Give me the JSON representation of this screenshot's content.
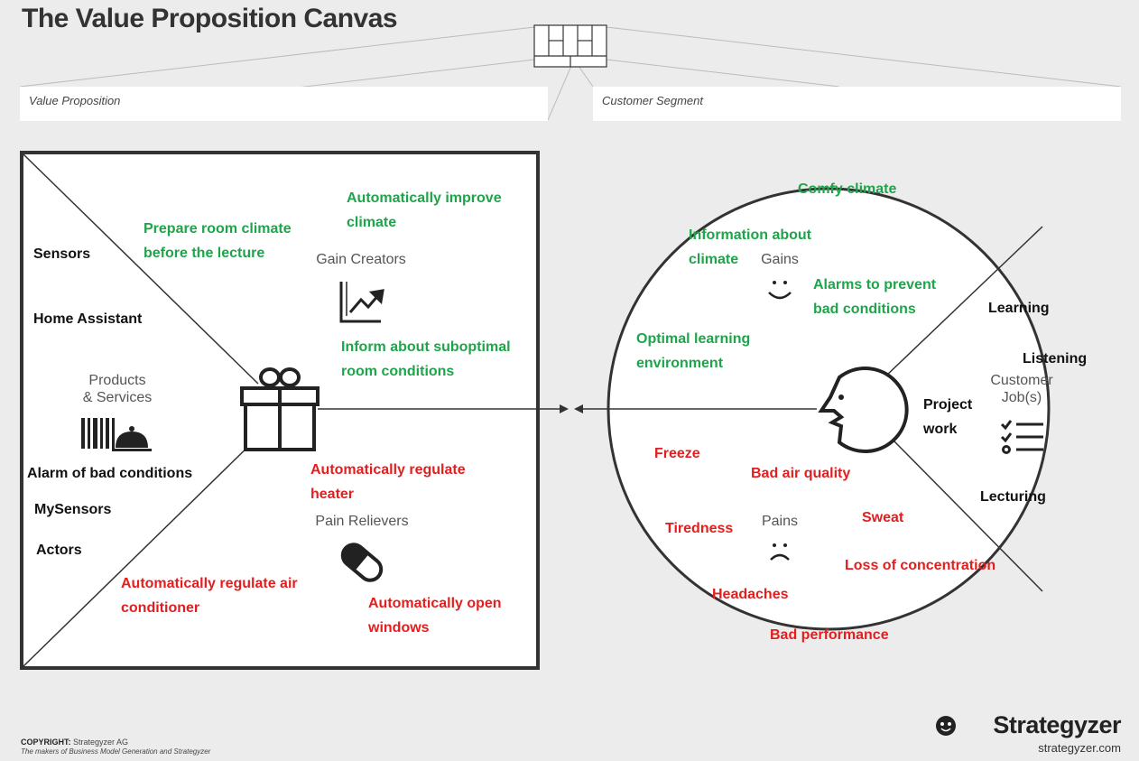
{
  "title": "The Value Proposition Canvas",
  "value_proposition_label": "Value Proposition",
  "customer_segment_label": "Customer Segment",
  "sections": {
    "gain_creators": "Gain Creators",
    "products_services_1": "Products",
    "products_services_2": "& Services",
    "pain_relievers": "Pain Relievers",
    "gains": "Gains",
    "customer_jobs_1": "Customer",
    "customer_jobs_2": "Job(s)",
    "pains": "Pains"
  },
  "value_map": {
    "gain_creators": [
      "Prepare room climate\nbefore the lecture",
      "Automatically improve\nclimate",
      "Inform about suboptimal\nroom conditions"
    ],
    "products_services": [
      "Sensors",
      "Home Assistant",
      "Alarm of bad conditions",
      "MySensors",
      "Actors"
    ],
    "pain_relievers": [
      "Automatically regulate\nheater",
      "Automatically regulate air\nconditioner",
      "Automatically open\nwindows"
    ]
  },
  "customer_profile": {
    "gains": [
      "Comfy climate",
      "Information about\nclimate",
      "Alarms to prevent\nbad conditions",
      "Optimal learning\nenvironment"
    ],
    "jobs": [
      "Learning",
      "Listening",
      "Project\nwork",
      "Lecturing"
    ],
    "pains": [
      "Freeze",
      "Bad air quality",
      "Tiredness",
      "Sweat",
      "Loss of concentration",
      "Headaches",
      "Bad performance"
    ]
  },
  "colors": {
    "gain": "#1ea44a",
    "pain": "#e41e1e",
    "text": "#111111"
  },
  "footer": {
    "copyright_label": "COPYRIGHT:",
    "copyright_owner": "Strategyzer AG",
    "makers": "The makers of Business Model Generation and Strategyzer",
    "brand": "Strategyzer",
    "brand_url": "strategyzer.com"
  }
}
